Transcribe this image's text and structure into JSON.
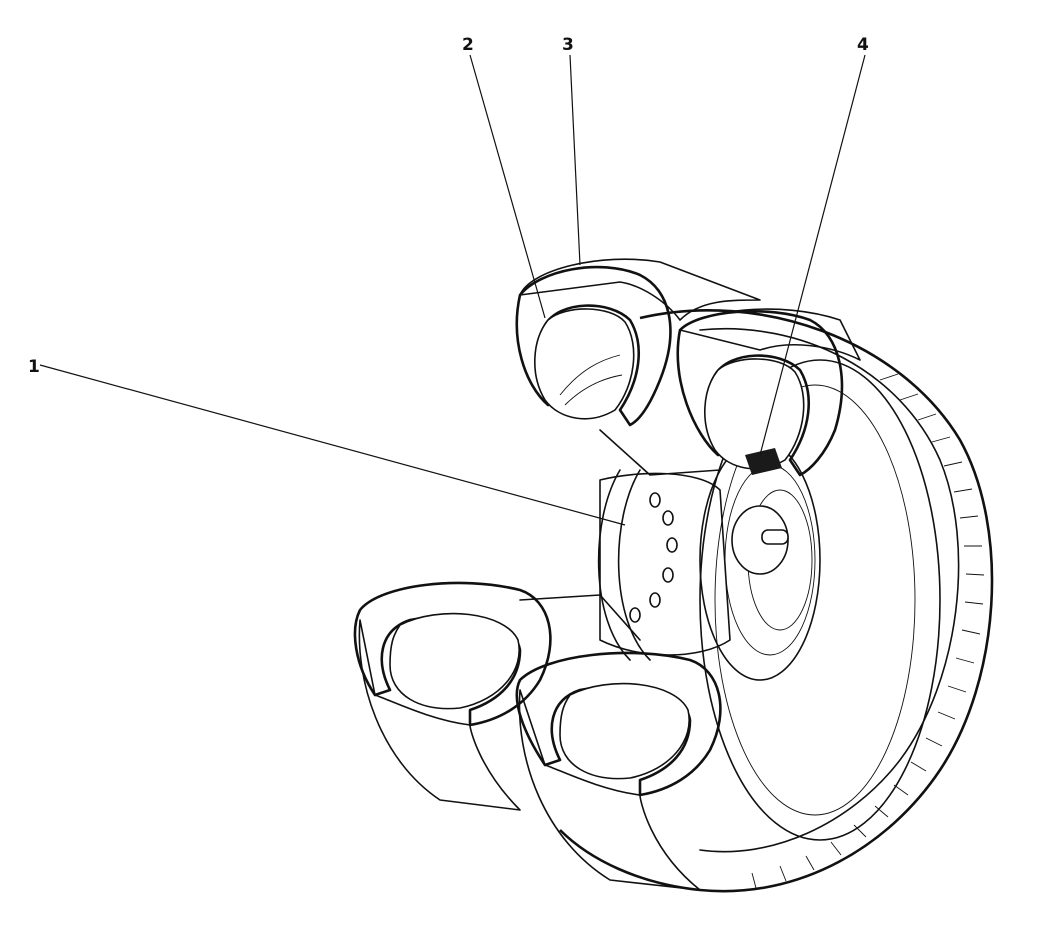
{
  "callouts": [
    {
      "id": "1",
      "label": "1"
    },
    {
      "id": "2",
      "label": "2"
    },
    {
      "id": "3",
      "label": "3"
    },
    {
      "id": "4",
      "label": "4"
    }
  ],
  "colors": {
    "ink": "#111111",
    "paper": "#ffffff",
    "rubber_stipple": "#555555"
  },
  "icons": {
    "illustration": "dual-tire-wheel-cutaway"
  }
}
